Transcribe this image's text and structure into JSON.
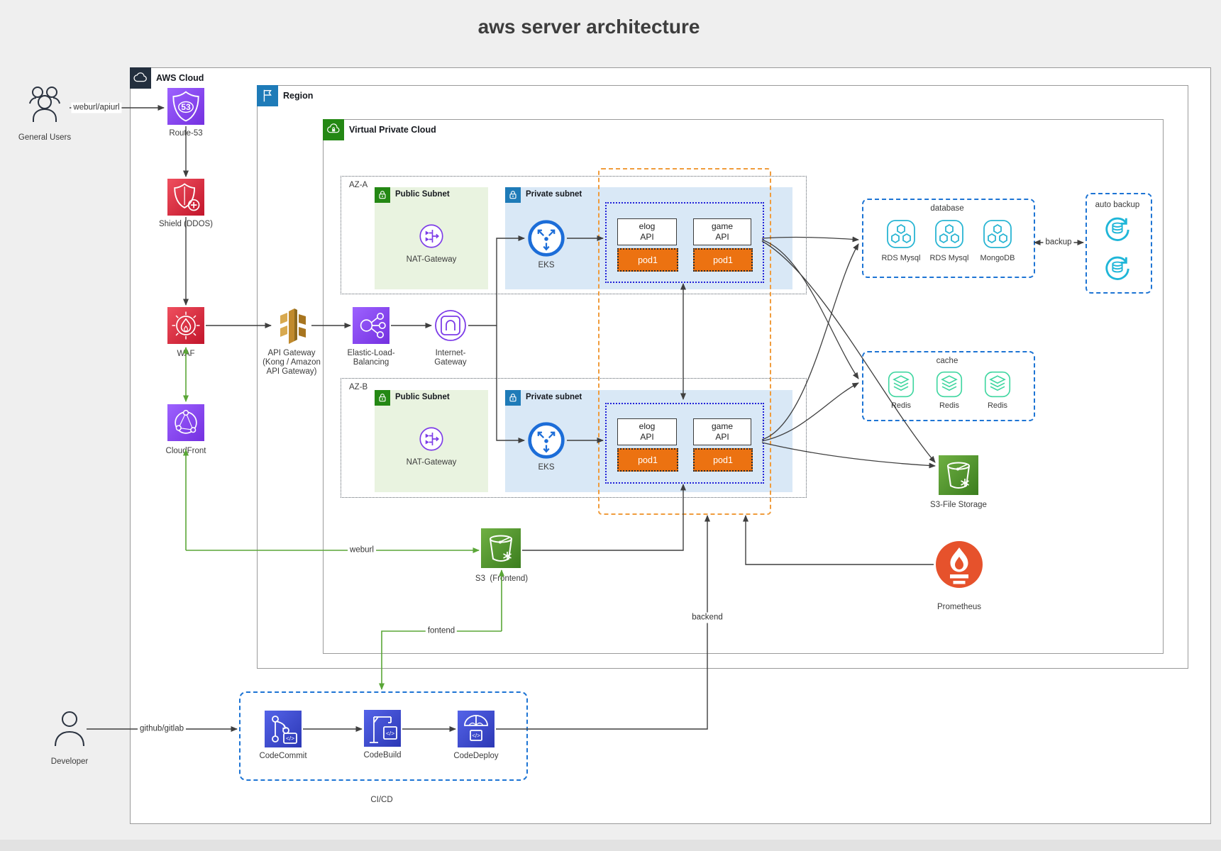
{
  "title": "aws server architecture",
  "boundaries": {
    "aws_cloud": "AWS Cloud",
    "region": "Region",
    "vpc": "Virtual Private Cloud",
    "az_a": "AZ-A",
    "az_b": "AZ-B",
    "public_subnet": "Public Subnet",
    "private_subnet": "Private subnet"
  },
  "actors": {
    "general_users": "General Users",
    "developer": "Developer"
  },
  "nodes": {
    "route53": "Route-53",
    "shield": "Shield (DDOS)",
    "waf": "WAF",
    "cloudfront": "CloudFront",
    "api_gateway": [
      "API Gateway",
      "(Kong / Amazon",
      "API Gateway)"
    ],
    "elb": [
      "Elastic-Load-",
      "Balancing"
    ],
    "igw": [
      "Internet-",
      "Gateway"
    ],
    "nat_gateway": "NAT-Gateway",
    "eks": "EKS",
    "elog_api": [
      "elog",
      "API"
    ],
    "game_api": [
      "game",
      "API"
    ],
    "pod": "pod1",
    "s3_frontend": "S3  (Frontend)",
    "s3_file_storage": "S3-File Storage",
    "prometheus": "Prometheus",
    "codecommit": "CodeCommit",
    "codebuild": "CodeBuild",
    "codedeploy": "CodeDeploy",
    "cicd": "CI/CD"
  },
  "groups": {
    "database": {
      "title": "database",
      "items": [
        "RDS Mysql",
        "RDS Mysql",
        "MongoDB"
      ]
    },
    "cache": {
      "title": "cache",
      "items": [
        "Redis",
        "Redis",
        "Redis"
      ]
    },
    "auto_backup": {
      "title": "auto backup"
    }
  },
  "edge_labels": {
    "weburl_apiurl": "weburl/apiurl",
    "github_gitlab": "github/gitlab",
    "weburl": "weburl",
    "fontend": "fontend",
    "backend": "backend",
    "backup": "backup"
  },
  "colors": {
    "pod_orange": "#ec7211",
    "pod_group_border": "#2222d8",
    "orange_group_border": "#f09c3c",
    "dashed_blue": "#1d74d4",
    "green_edge": "#5aa637",
    "dark_edge": "#3f3f3f",
    "db_icon": "#29b5d3",
    "redis_icon": "#3fd6a0",
    "prometheus": "#e6522c"
  }
}
